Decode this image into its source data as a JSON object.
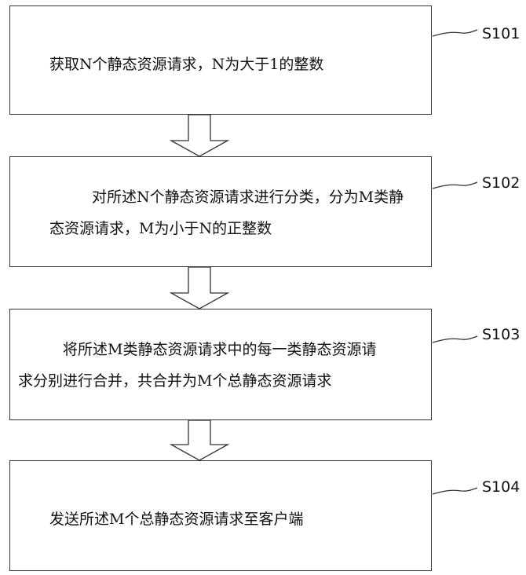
{
  "steps": [
    {
      "id": "S101",
      "lines": [
        "获取N个静态资源请求，N为大于1的整数"
      ]
    },
    {
      "id": "S102",
      "lines": [
        "对所述N个静态资源请求进行分类，分为M类静",
        "态资源请求，M为小于N的正整数"
      ]
    },
    {
      "id": "S103",
      "lines": [
        "将所述M类静态资源请求中的每一类静态资源请",
        "求分别进行合并，共合并为M个总静态资源请求"
      ]
    },
    {
      "id": "S104",
      "lines": [
        "发送所述M个总静态资源请求至客户端"
      ]
    }
  ]
}
